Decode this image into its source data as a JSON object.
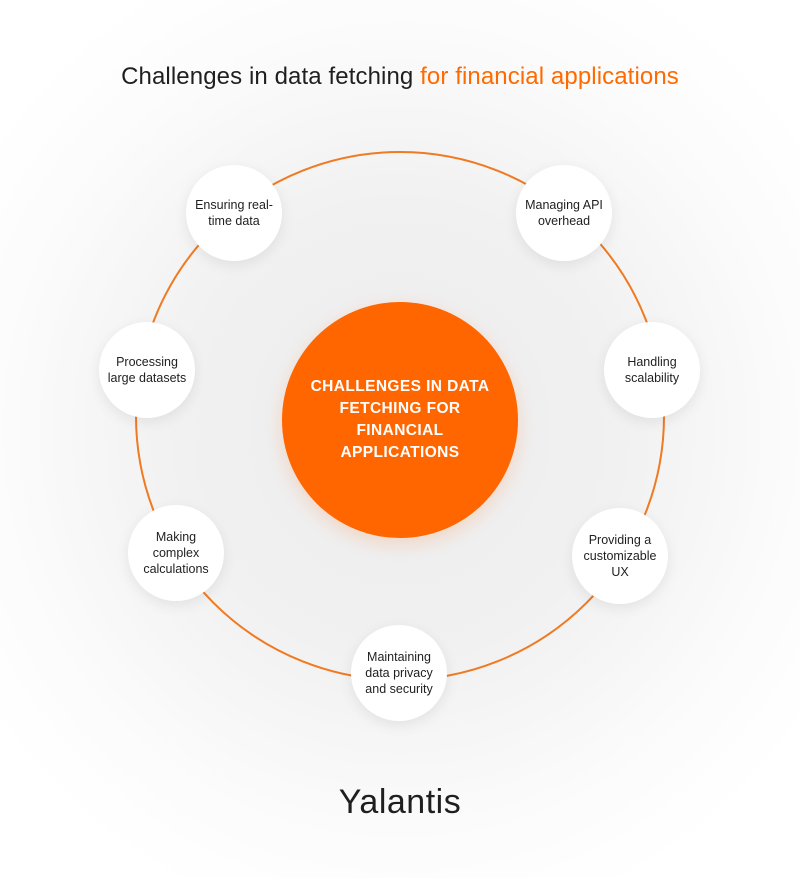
{
  "title": {
    "dark": "Challenges in data fetching ",
    "accent": "for financial applications"
  },
  "hub": {
    "label": "CHALLENGES IN DATA FETCHING FOR FINANCIAL APPLICATIONS"
  },
  "nodes": [
    {
      "label": "Ensuring real-time data"
    },
    {
      "label": "Managing API overhead"
    },
    {
      "label": "Processing large datasets"
    },
    {
      "label": "Handling scalability"
    },
    {
      "label": "Making complex calculations"
    },
    {
      "label": "Providing a customizable UX"
    },
    {
      "label": "Maintaining data privacy and security"
    }
  ],
  "logo": {
    "text": "Yalantis"
  },
  "colors": {
    "accent": "#ff6600",
    "ring": "#f07a22",
    "text": "#1f1f1f"
  }
}
